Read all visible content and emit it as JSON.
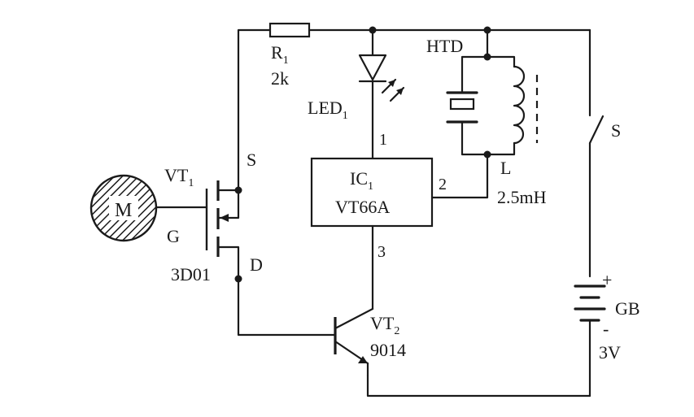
{
  "labels": {
    "r1": "R",
    "r1_sub": "1",
    "r1_value": "2k",
    "led1": "LED",
    "led1_sub": "1",
    "htd": "HTD",
    "ic1": "IC",
    "ic1_sub": "1",
    "ic1_part": "VT66A",
    "ic_pin1": "1",
    "ic_pin2": "2",
    "ic_pin3": "3",
    "inductor": "L",
    "inductor_value": "2.5mH",
    "switch": "S",
    "battery": "GB",
    "battery_value": "3V",
    "battery_plus": "+",
    "battery_minus": "-",
    "vt1": "VT",
    "vt1_sub": "1",
    "vt1_part": "3D01",
    "vt1_source": "S",
    "vt1_gate": "G",
    "vt1_drain": "D",
    "motor": "M",
    "vt2": "VT",
    "vt2_sub": "2",
    "vt2_part": "9014"
  }
}
